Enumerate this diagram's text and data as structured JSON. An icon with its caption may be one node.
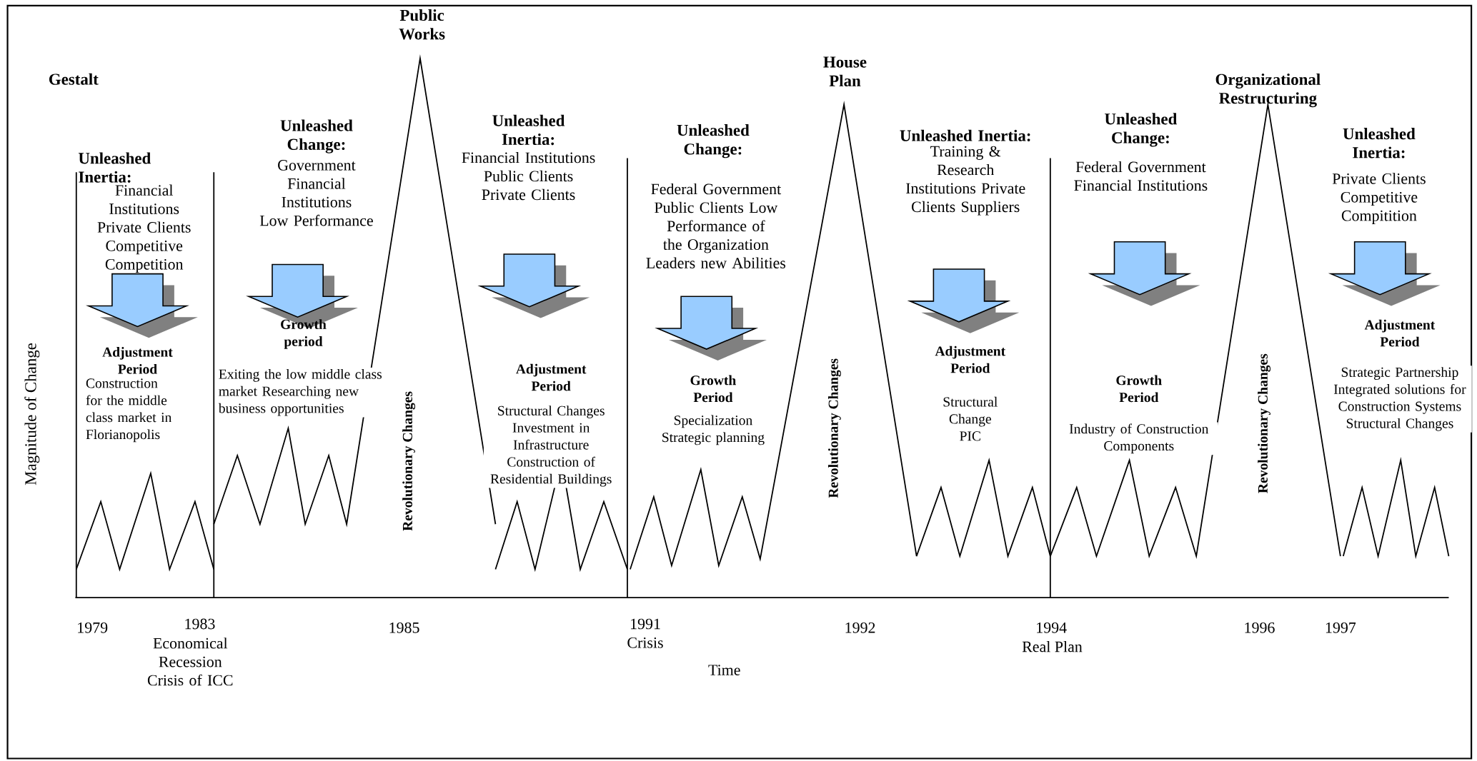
{
  "diagram": {
    "labels": [
      "Public Works",
      "Gestalt",
      "House Plan",
      "Organizational Restructuring",
      "**Unleashed Inertia**:",
      "Financial Institutions Private Clients Competitive Competition",
      "Unleashed Change:",
      "Government Financial Institutions Low Performance",
      "Unleashed Inertia:",
      "Financial Institutions Public Clients Private Clients",
      "**Unleashed Change**:",
      "Federal Government Public Clients Low Performance of the Organization Leaders new Abilities",
      "Unleashed Inertia:",
      "Training & Research Institutions Private Clients Suppliers",
      "**Unleashed Change**:",
      "Federal Government Financial Institutions",
      "Unleashed Inertia:",
      "Private Clients Competitive Compitition",
      "Magnitude of Change",
      "Adjustment Period",
      "Construction for the middle class market in Florianopolis",
      "Growth period",
      "Exiting the low middle class market Researching new business opportunities",
      "Revolutionary Changes",
      "Adjustment Period",
      "Structural Changes Investment in Infrastructure Construction of Residential Buildings",
      "Growth Period",
      "Specialization Strategic planning",
      "Revolutionary Changes",
      "Adjustment Period",
      "Structural Change PIC",
      "Growth Period",
      "Industry of Construction Components",
      "Revolutionary Changes",
      "Adjustment Period",
      "Strategic Partnership Integrated solutions for Construction Systems Structural Changes",
      "1979",
      "1983",
      "Economical Recession Crisis of ICC",
      "1985",
      "1991",
      "Crisis",
      "1992",
      "1994",
      "Real Plan",
      "1996",
      "1997",
      "Time"
    ]
  }
}
